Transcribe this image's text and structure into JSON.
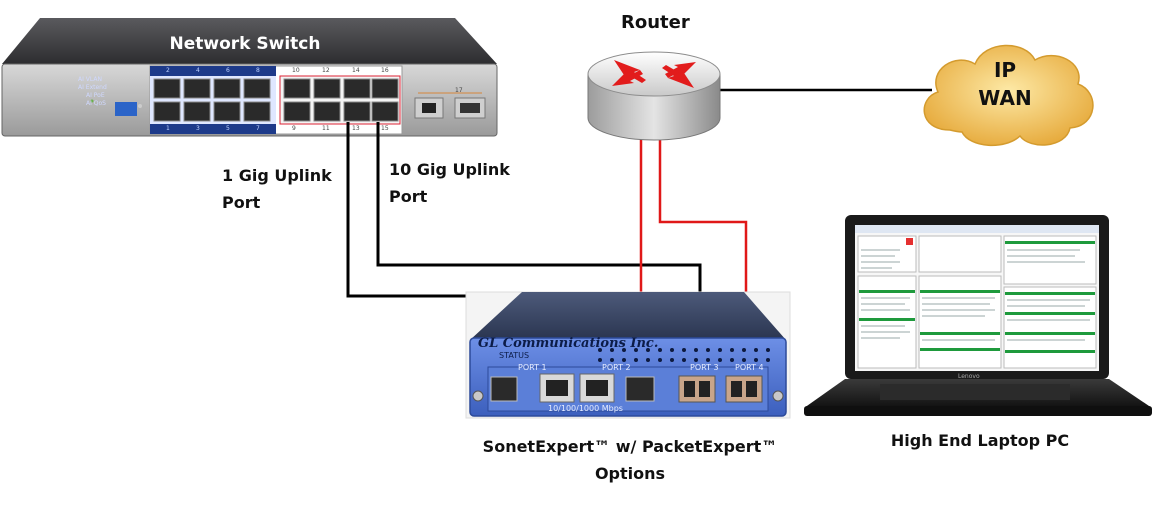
{
  "switch": {
    "title": "Network Switch",
    "leds": [
      "AI VLAN",
      "AI Extend",
      "AI PoE",
      "AI QoS"
    ],
    "top_port_numbers": [
      "2",
      "4",
      "6",
      "8",
      "10",
      "12",
      "14",
      "16"
    ],
    "bottom_port_numbers": [
      "1",
      "3",
      "5",
      "7",
      "9",
      "11",
      "13",
      "15"
    ],
    "sfp_port_number": "17"
  },
  "router": {
    "title": "Router"
  },
  "wan": {
    "line1": "IP",
    "line2": "WAN"
  },
  "labels": {
    "uplink_1g_line1": "1 Gig Uplink",
    "uplink_1g_line2": "Port",
    "uplink_10g_line1": "10 Gig Uplink",
    "uplink_10g_line2": "Port"
  },
  "device": {
    "brand": "GL Communications Inc.",
    "status": "STATUS",
    "ports": [
      "PORT 1",
      "PORT 2",
      "PORT 3",
      "PORT 4"
    ],
    "speed": "10/100/1000 Mbps",
    "caption_line1": "SonetExpert™ w/ PacketExpert™",
    "caption_line2": "Options"
  },
  "laptop": {
    "caption": "High End Laptop PC",
    "brand": "Lenovo"
  },
  "colors": {
    "copper": "#000000",
    "fiber": "#e01818",
    "device_blue": "#4a6fcf",
    "switch_body": "#3a3a3c",
    "cloud": "#f0c04a"
  }
}
